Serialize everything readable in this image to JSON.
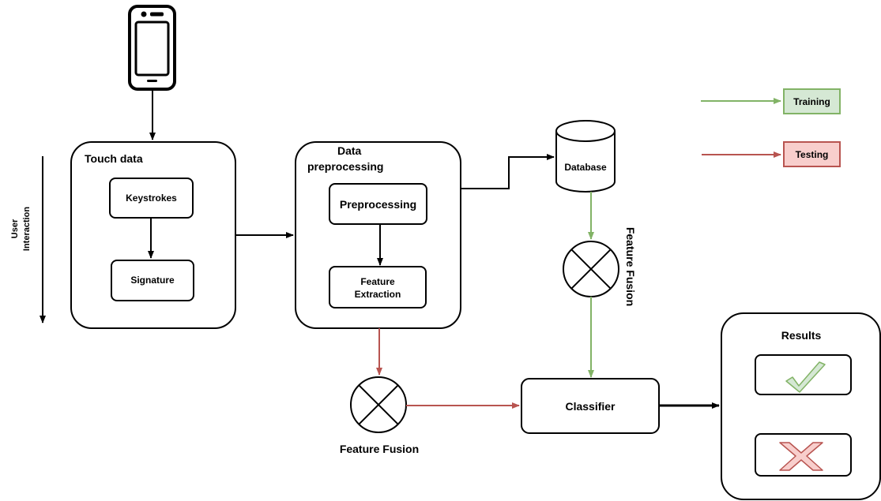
{
  "diagram": {
    "user_interaction_label": [
      "User",
      "Interaction"
    ],
    "touch_data": {
      "title": "Touch data",
      "keystrokes": "Keystrokes",
      "signature": "Signature"
    },
    "data_preprocessing": {
      "title": [
        "Data",
        "preprocessing"
      ],
      "preprocessing": "Preprocessing",
      "feature_extraction": [
        "Feature",
        "Extraction"
      ]
    },
    "database": "Database",
    "feature_fusion_vertical": "Feature Fusion",
    "feature_fusion_bottom": "Feature Fusion",
    "classifier": "Classifier",
    "results": {
      "title": "Results",
      "accept_icon": "check-icon",
      "reject_icon": "cross-icon"
    },
    "legend": {
      "training": "Training",
      "testing": "Testing"
    },
    "colors": {
      "training": "#82b366",
      "training_fill": "#d5e8d4",
      "testing": "#b85450",
      "testing_fill": "#f8cecc",
      "stroke": "#000000"
    }
  }
}
